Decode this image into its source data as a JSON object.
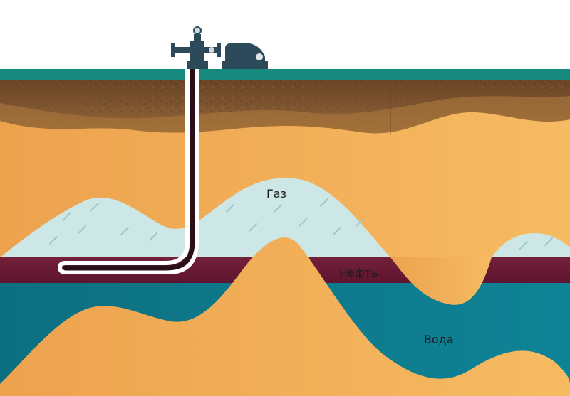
{
  "labels": {
    "gas": "Газ",
    "oil": "Нефть",
    "water": "Вода"
  },
  "colors": {
    "sky": "#ffffff",
    "surface": "#178a7d",
    "soil_dark": "#6e4b2a",
    "soil_light": "#b07a3a",
    "rock": "#f2ad55",
    "gas": "#cde6e6",
    "oil": "#6e1b35",
    "water": "#0b7a8c",
    "pipe": "#2a0f18",
    "equipment": "#2d4a5a"
  }
}
